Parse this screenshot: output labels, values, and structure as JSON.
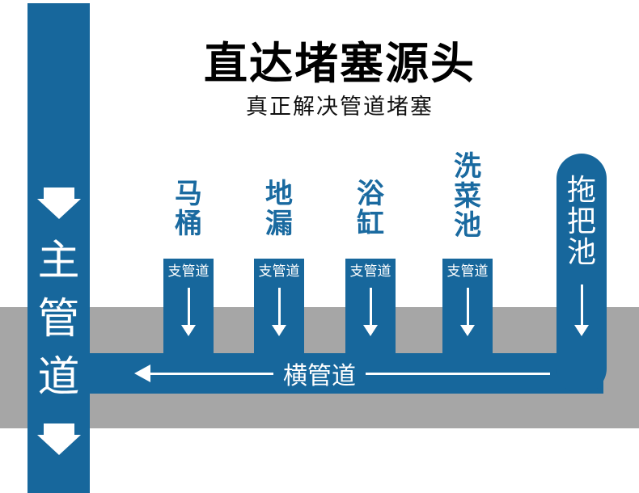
{
  "title": "直达堵塞源头",
  "subtitle": "真正解决管道堵塞",
  "main_pipe": {
    "label": "主管道"
  },
  "horizontal_pipe": {
    "label": "横管道"
  },
  "mop_sink": {
    "label": "拖把池"
  },
  "fixtures": [
    {
      "label": "马桶",
      "branch_label": "支管道"
    },
    {
      "label": "地漏",
      "branch_label": "支管道"
    },
    {
      "label": "浴缸",
      "branch_label": "支管道"
    },
    {
      "label": "洗菜池",
      "branch_label": "支管道"
    }
  ],
  "colors": {
    "pipe_blue": "#17679c",
    "label_blue": "#1a6aa0",
    "gray_band": "#a6a6a6",
    "arrow_white": "#ffffff",
    "title_black": "#000000"
  }
}
